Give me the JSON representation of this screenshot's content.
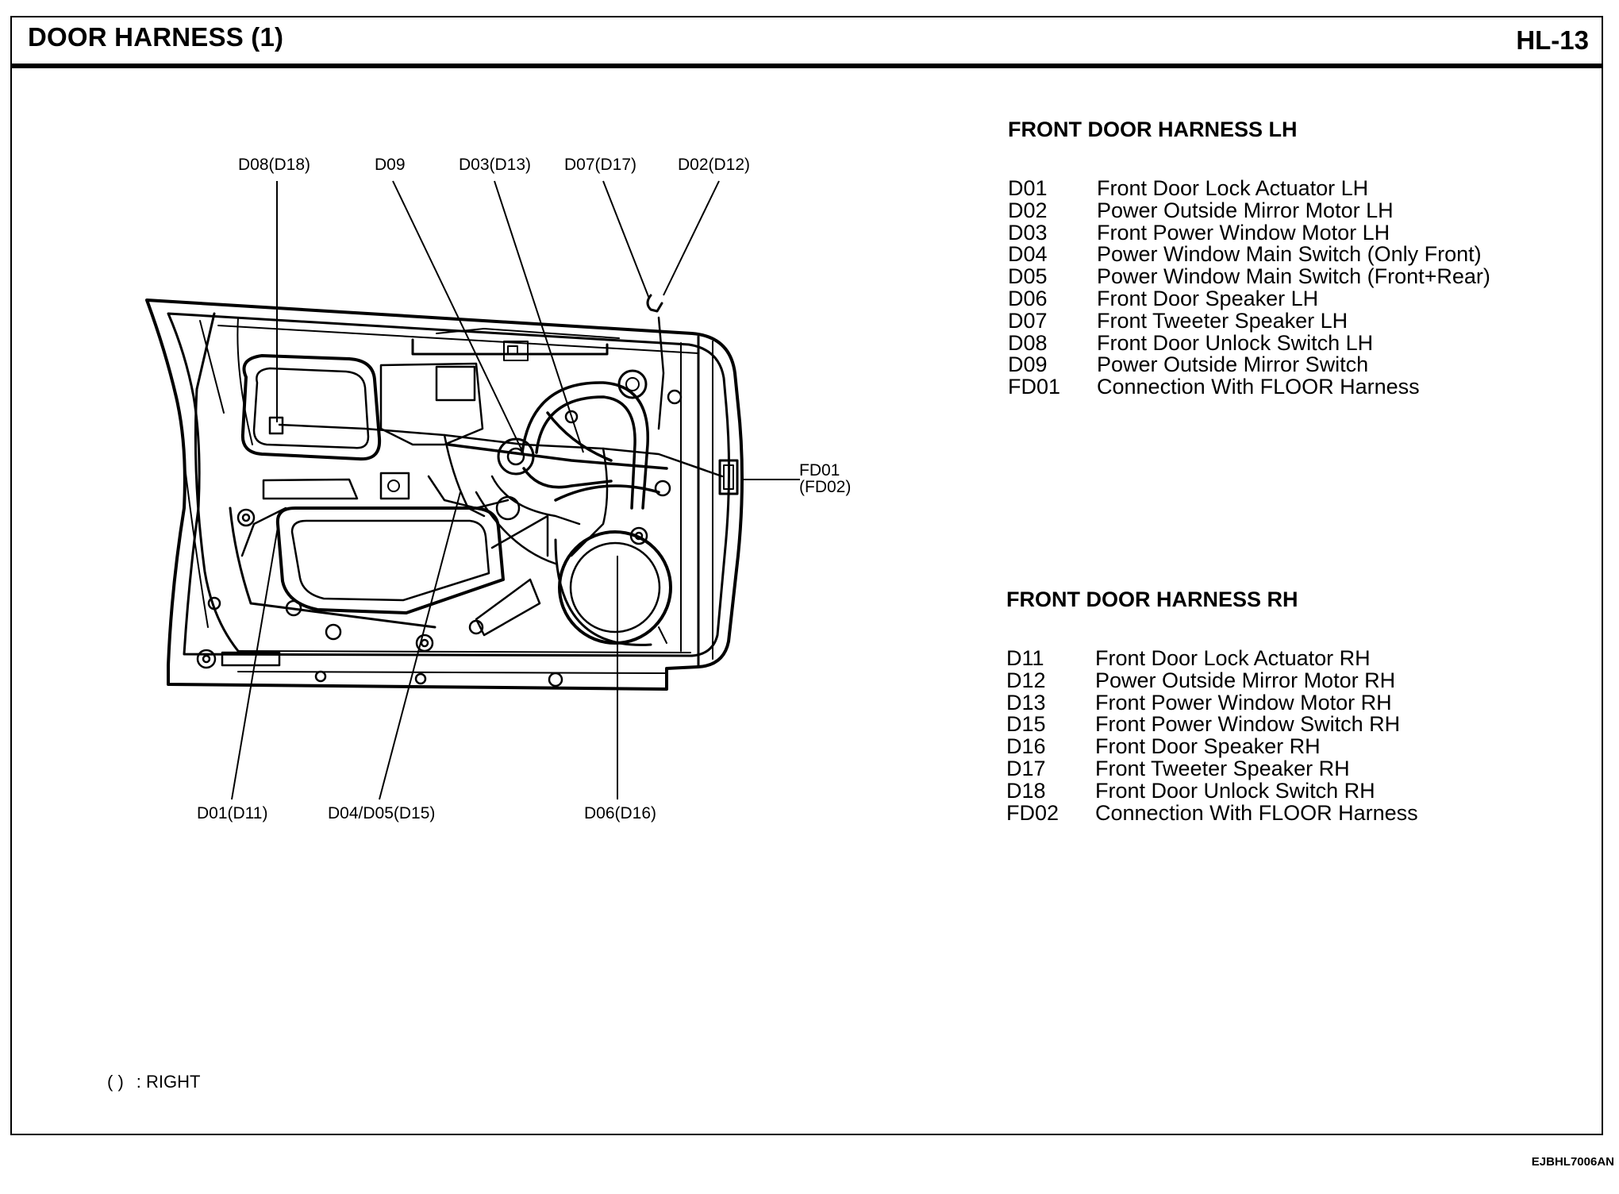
{
  "header": {
    "title": "DOOR HARNESS (1)",
    "page": "HL-13"
  },
  "diagram": {
    "callouts_top": [
      {
        "id": "c-d08",
        "label": "D08(D18)"
      },
      {
        "id": "c-d09",
        "label": "D09"
      },
      {
        "id": "c-d03",
        "label": "D03(D13)"
      },
      {
        "id": "c-d07",
        "label": "D07(D17)"
      },
      {
        "id": "c-d02",
        "label": "D02(D12)"
      }
    ],
    "callouts_bottom": [
      {
        "id": "c-d01",
        "label": "D01(D11)"
      },
      {
        "id": "c-d04",
        "label": "D04/D05(D15)"
      },
      {
        "id": "c-d06",
        "label": "D06(D16)"
      }
    ],
    "callout_side": {
      "line1": "FD01",
      "line2": "(FD02)"
    }
  },
  "lh": {
    "title": "FRONT DOOR HARNESS LH",
    "items": [
      {
        "code": "D01",
        "desc": "Front Door Lock Actuator LH"
      },
      {
        "code": "D02",
        "desc": "Power Outside Mirror Motor LH"
      },
      {
        "code": "D03",
        "desc": "Front Power Window Motor LH"
      },
      {
        "code": "D04",
        "desc": "Power Window Main Switch (Only Front)"
      },
      {
        "code": "D05",
        "desc": "Power Window Main Switch (Front+Rear)"
      },
      {
        "code": "D06",
        "desc": "Front Door Speaker LH"
      },
      {
        "code": "D07",
        "desc": "Front Tweeter Speaker LH"
      },
      {
        "code": "D08",
        "desc": "Front Door Unlock Switch LH"
      },
      {
        "code": "D09",
        "desc": "Power Outside Mirror Switch"
      },
      {
        "code": "FD01",
        "desc": "Connection With FLOOR Harness"
      }
    ]
  },
  "rh": {
    "title": "FRONT DOOR HARNESS RH",
    "items": [
      {
        "code": "D11",
        "desc": "Front Door Lock Actuator RH"
      },
      {
        "code": "D12",
        "desc": "Power Outside Mirror Motor RH"
      },
      {
        "code": "D13",
        "desc": "Front Power Window Motor RH"
      },
      {
        "code": "D15",
        "desc": "Front Power Window Switch RH"
      },
      {
        "code": "D16",
        "desc": "Front Door Speaker RH"
      },
      {
        "code": "D17",
        "desc": "Front Tweeter Speaker RH"
      },
      {
        "code": "D18",
        "desc": "Front Door Unlock Switch RH"
      },
      {
        "code": "FD02",
        "desc": "Connection With FLOOR Harness"
      }
    ]
  },
  "footnote": {
    "symbol": "( )",
    "text": ": RIGHT"
  },
  "doc_code": "EJBHL7006AN"
}
